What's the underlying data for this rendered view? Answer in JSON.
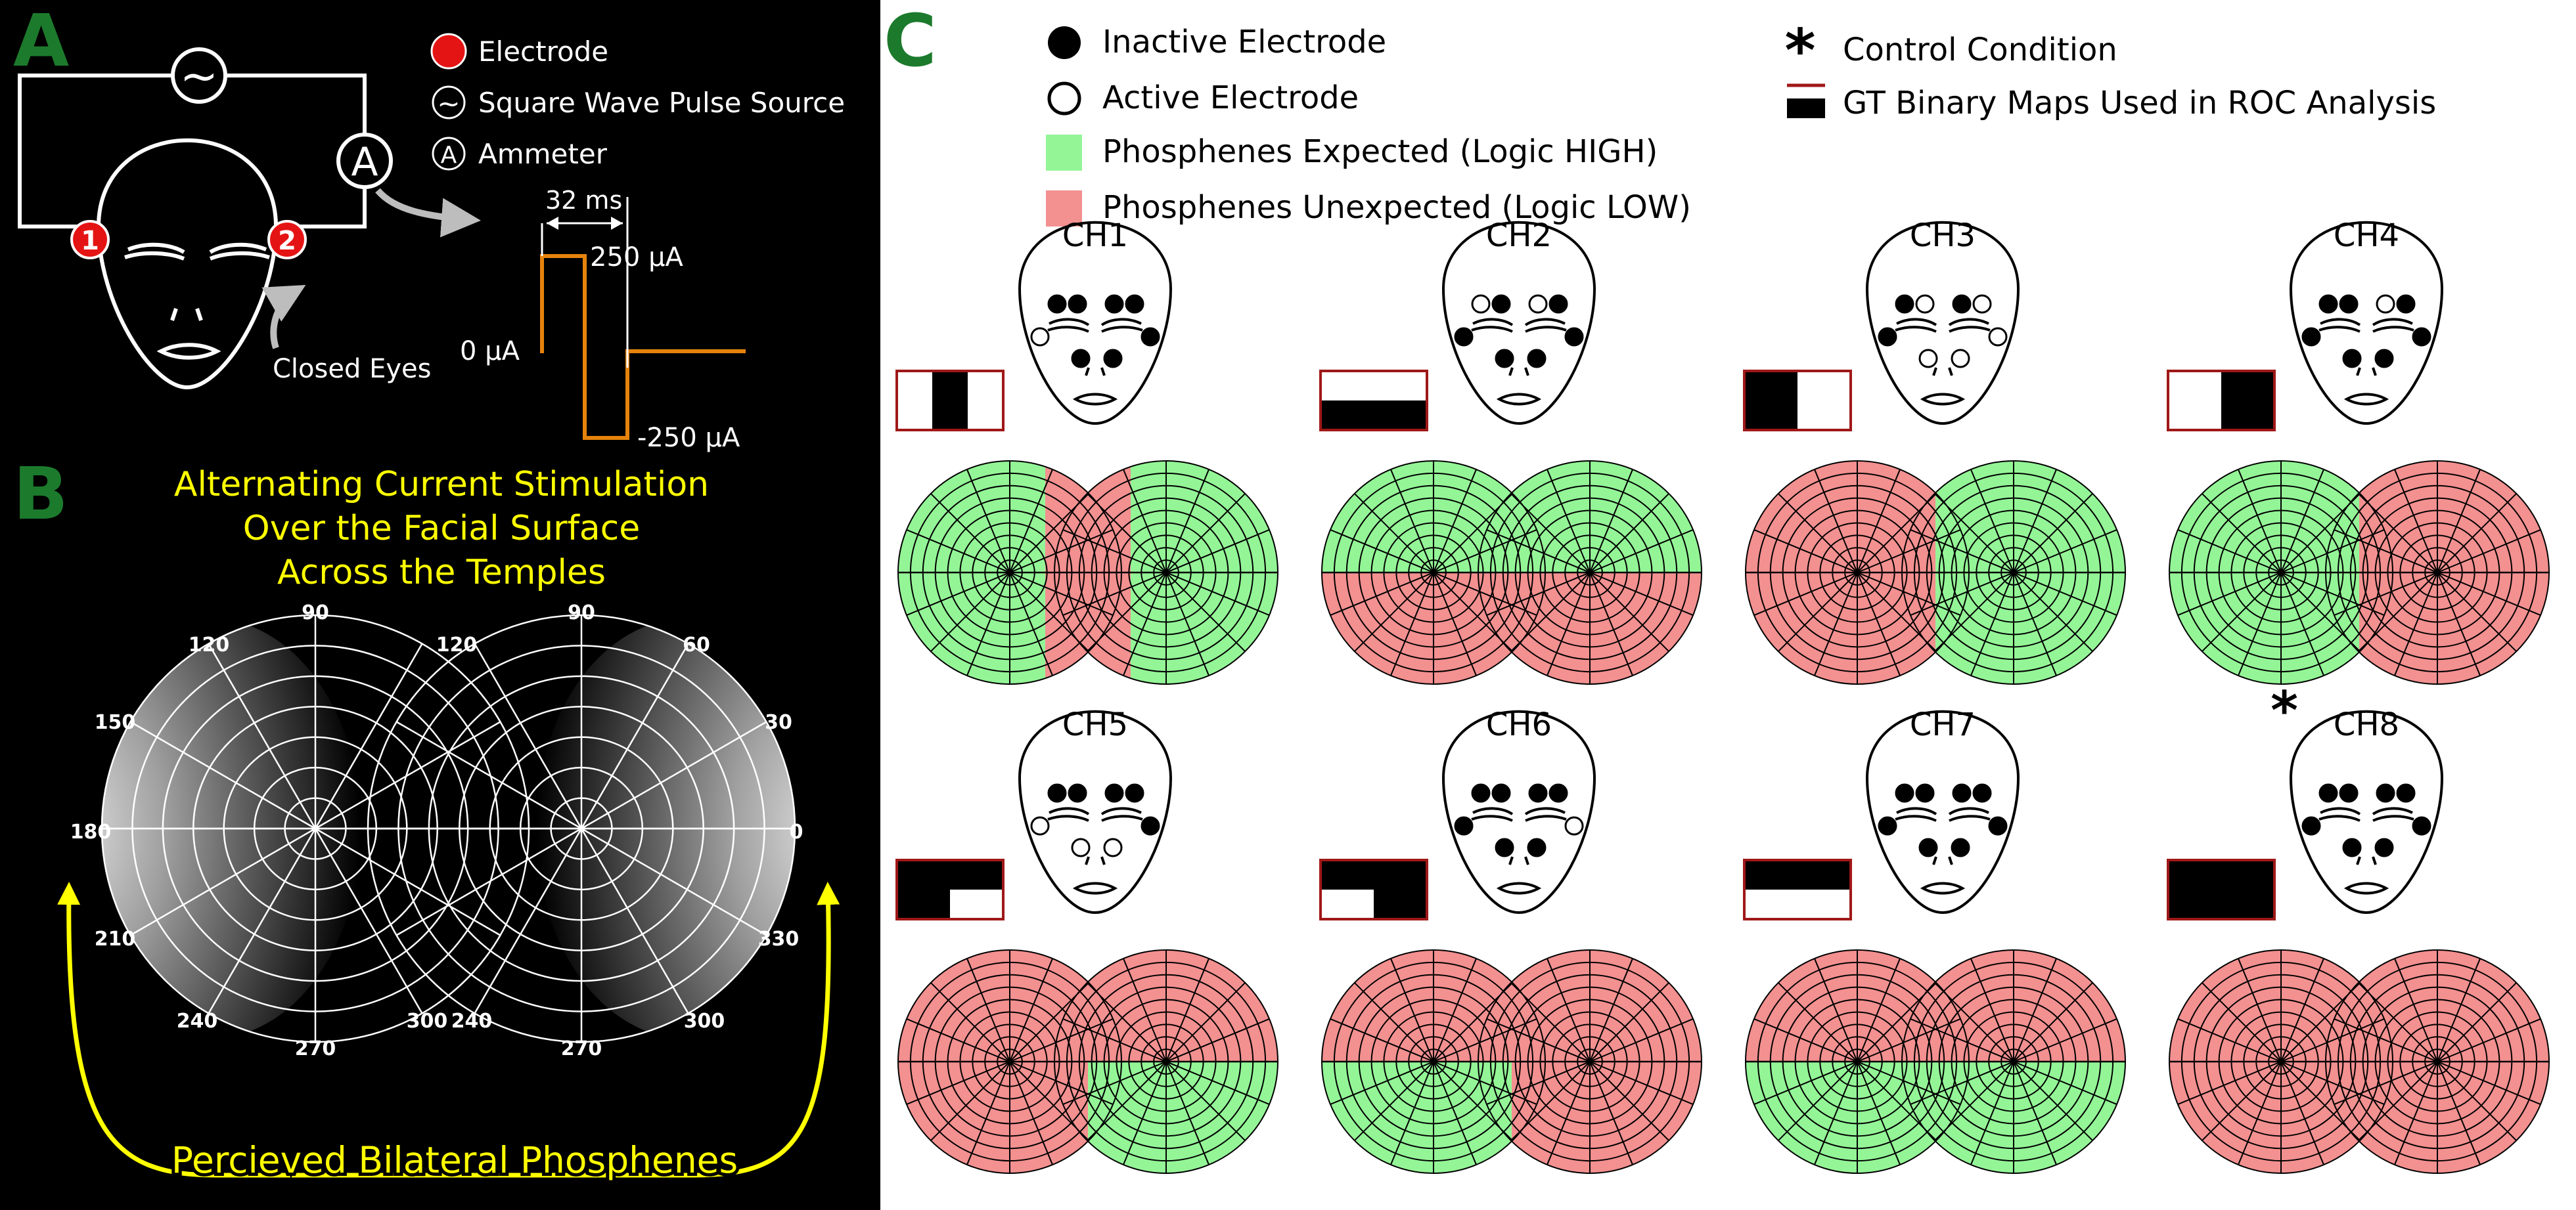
{
  "panels": {
    "a": {
      "letter": "A"
    },
    "b": {
      "letter": "B"
    },
    "c": {
      "letter": "C"
    }
  },
  "panel_a": {
    "legend": {
      "electrode": "Electrode",
      "source": "Square Wave Pulse Source",
      "ammeter": "Ammeter",
      "ammeter_symbol": "A",
      "source_symbol": "~"
    },
    "electrode_1": "1",
    "electrode_2": "2",
    "closed_eyes": "Closed Eyes",
    "waveform": {
      "period": "32 ms",
      "high": "250 µA",
      "zero": "0 µA",
      "low": "-250 µA"
    }
  },
  "panel_b": {
    "title_lines": [
      "Alternating Current Stimulation",
      "Over the Facial Surface",
      "Across the Temples"
    ],
    "angle_labels": {
      "left_90": "90",
      "left_120": "120",
      "left_150": "150",
      "left_180": "180",
      "left_210": "210",
      "left_240": "240",
      "left_270": "270",
      "left_300": "300",
      "mid_120": "120",
      "right_90": "90",
      "right_60": "60",
      "right_30": "30",
      "right_0": "0",
      "right_330": "330",
      "right_300": "300",
      "right_270": "270",
      "right_240": "240"
    },
    "caption": "Percieved Bilateral Phosphenes"
  },
  "legend_c": {
    "inactive": "Inactive Electrode",
    "active": "Active Electrode",
    "expected": "Phosphenes Expected (Logic HIGH)",
    "unexpected": "Phosphenes Unexpected (Logic LOW)",
    "control": "Control Condition",
    "gt": "GT Binary Maps Used in ROC Analysis",
    "control_symbol": "*"
  },
  "colors": {
    "expected": "#94f597",
    "unexpected": "#f39090",
    "gt_border": "#a01818",
    "electrode_red": "#e51414",
    "waveform": "#e6830c",
    "yellow": "#ffff00",
    "panel_letter": "#1c7a2c"
  },
  "channels": [
    {
      "label": "CH1",
      "control": false,
      "electrodes": [
        "in",
        "in",
        "in",
        "in",
        "act",
        "in",
        "in",
        "in"
      ],
      "gt": [
        [
          0,
          1,
          0
        ]
      ],
      "field": "h3",
      "colors": [
        "E",
        "U",
        "E"
      ]
    },
    {
      "label": "CH2",
      "control": false,
      "electrodes": [
        "act",
        "in",
        "act",
        "in",
        "in",
        "in",
        "in",
        "in"
      ],
      "gt": [
        [
          0
        ],
        [
          1
        ]
      ],
      "field": "tb",
      "colors": [
        "E",
        "U"
      ]
    },
    {
      "label": "CH3",
      "control": false,
      "electrodes": [
        "in",
        "act",
        "in",
        "act",
        "in",
        "act",
        "act",
        "act"
      ],
      "gt": [
        [
          1,
          0
        ]
      ],
      "field": "lr",
      "colors": [
        "U",
        "E"
      ]
    },
    {
      "label": "CH4",
      "control": false,
      "electrodes": [
        "in",
        "in",
        "act",
        "in",
        "in",
        "in",
        "in",
        "in"
      ],
      "gt": [
        [
          0,
          1
        ]
      ],
      "field": "lr",
      "colors": [
        "E",
        "U"
      ]
    },
    {
      "label": "CH5",
      "control": false,
      "electrodes": [
        "in",
        "in",
        "in",
        "in",
        "act",
        "in",
        "act",
        "act"
      ],
      "gt": [
        [
          1,
          1
        ],
        [
          1,
          0
        ]
      ],
      "field": "q",
      "colors": [
        "U",
        "U",
        "U",
        "E"
      ]
    },
    {
      "label": "CH6",
      "control": false,
      "electrodes": [
        "in",
        "in",
        "in",
        "in",
        "in",
        "act",
        "in",
        "in"
      ],
      "gt": [
        [
          1,
          1
        ],
        [
          0,
          1
        ]
      ],
      "field": "q",
      "colors": [
        "U",
        "U",
        "E",
        "U"
      ]
    },
    {
      "label": "CH7",
      "control": false,
      "electrodes": [
        "in",
        "in",
        "in",
        "in",
        "in",
        "in",
        "in",
        "in"
      ],
      "gt": [
        [
          1
        ],
        [
          0
        ]
      ],
      "field": "tb",
      "colors": [
        "U",
        "E"
      ]
    },
    {
      "label": "CH8",
      "control": true,
      "electrodes": [
        "in",
        "in",
        "in",
        "in",
        "in",
        "in",
        "in",
        "in"
      ],
      "gt": [
        [
          1
        ]
      ],
      "field": "all",
      "colors": [
        "U"
      ]
    }
  ]
}
